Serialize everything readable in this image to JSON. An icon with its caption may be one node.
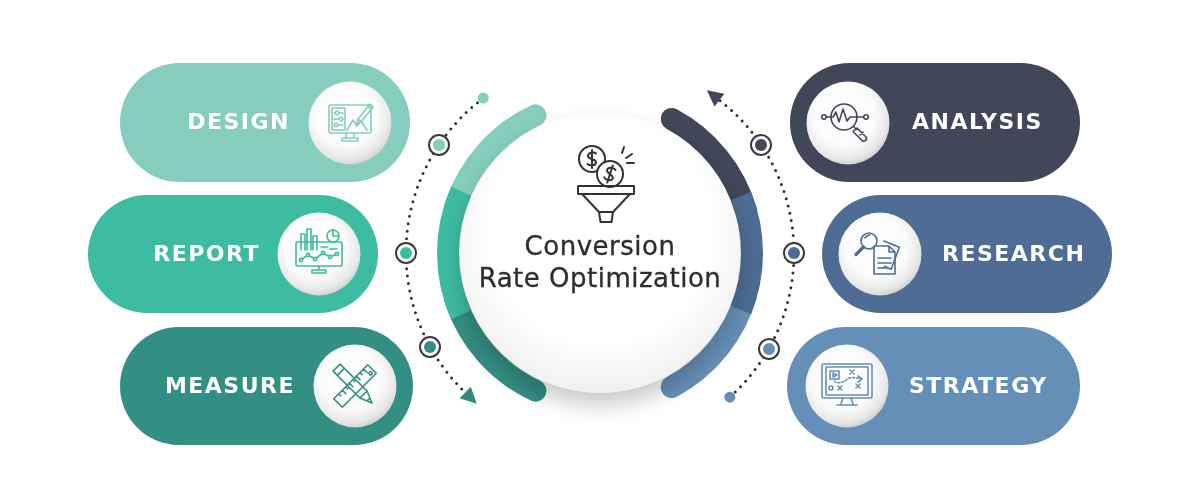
{
  "diagram": {
    "nodes": [
      {
        "text": [
          "DESIGN"
        ]
      },
      {
        "text": [
          "REPORT"
        ]
      },
      {
        "text": [
          "MEASURE"
        ]
      },
      {
        "text": [
          "Conversion Rate Optimization"
        ]
      },
      {
        "text": [
          "ANALYSIS"
        ]
      },
      {
        "text": [
          "RESEARCH"
        ]
      },
      {
        "text": [
          "STRATEGY"
        ]
      }
    ]
  }
}
